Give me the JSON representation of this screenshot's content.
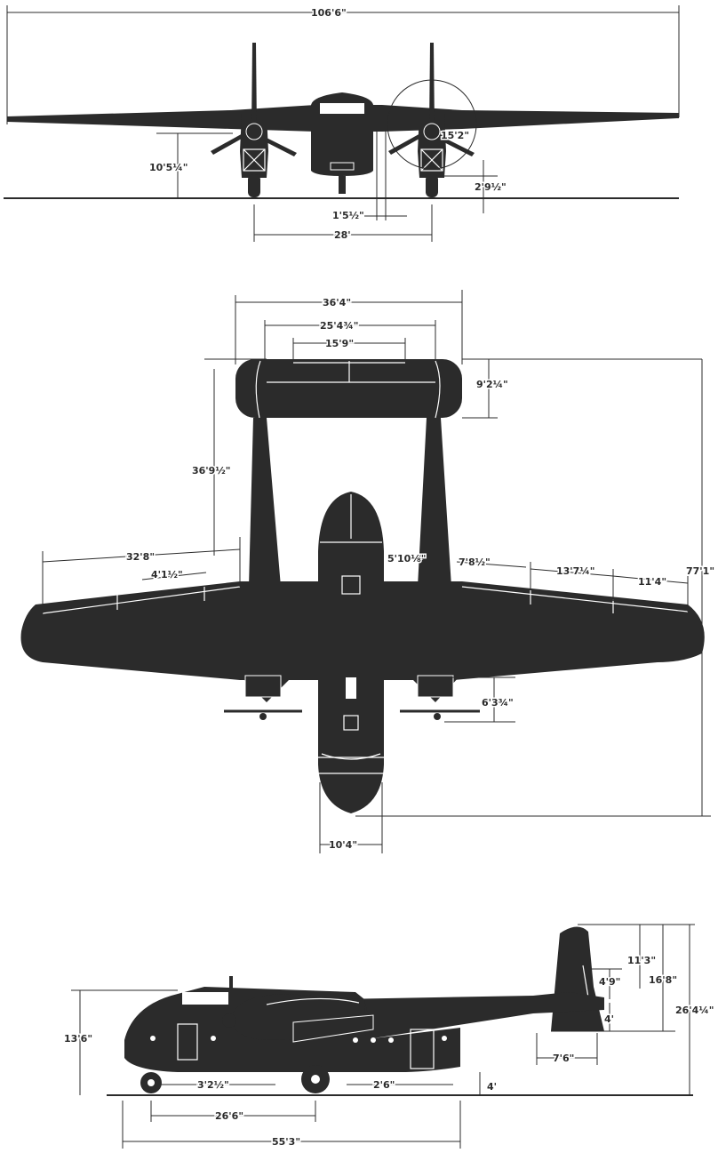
{
  "front_view": {
    "span": "106'6\"",
    "height_to_wing": "10'5¼\"",
    "prop_diameter": "15'2\"",
    "prop_clearance": "2'9½\"",
    "boom_offset": "1'5½\"",
    "track": "28'"
  },
  "plan_view": {
    "tailplane_span": "36'4\"",
    "elevator_span": "25'4¾\"",
    "elevator_inner": "15'9\"",
    "tail_chord": "9'2¼\"",
    "boom_length": "36'9½\"",
    "outer_wing": "32'8\"",
    "tab": "4'1½\"",
    "center_section": "5'10⅛\"",
    "flap_inner": "7'8½\"",
    "flap_outer": "13'7¼\"",
    "aileron": "11'4\"",
    "overall_length": "77'1\"",
    "nacelle": "6'3¾\"",
    "fuselage_width": "10'4\""
  },
  "side_view": {
    "tail_height": "11'3\"",
    "rudder": "4'9\"",
    "boom_height": "4'",
    "fin_total": "16'8\"",
    "overall_height": "26'4¼\"",
    "fuselage_height": "13'6\"",
    "tail_chord": "7'6\"",
    "door_width": "3'2½\"",
    "rear_door": "2'6\"",
    "ground_clearance": "4'",
    "wheelbase": "26'6\"",
    "fuselage_length": "55'3\""
  }
}
